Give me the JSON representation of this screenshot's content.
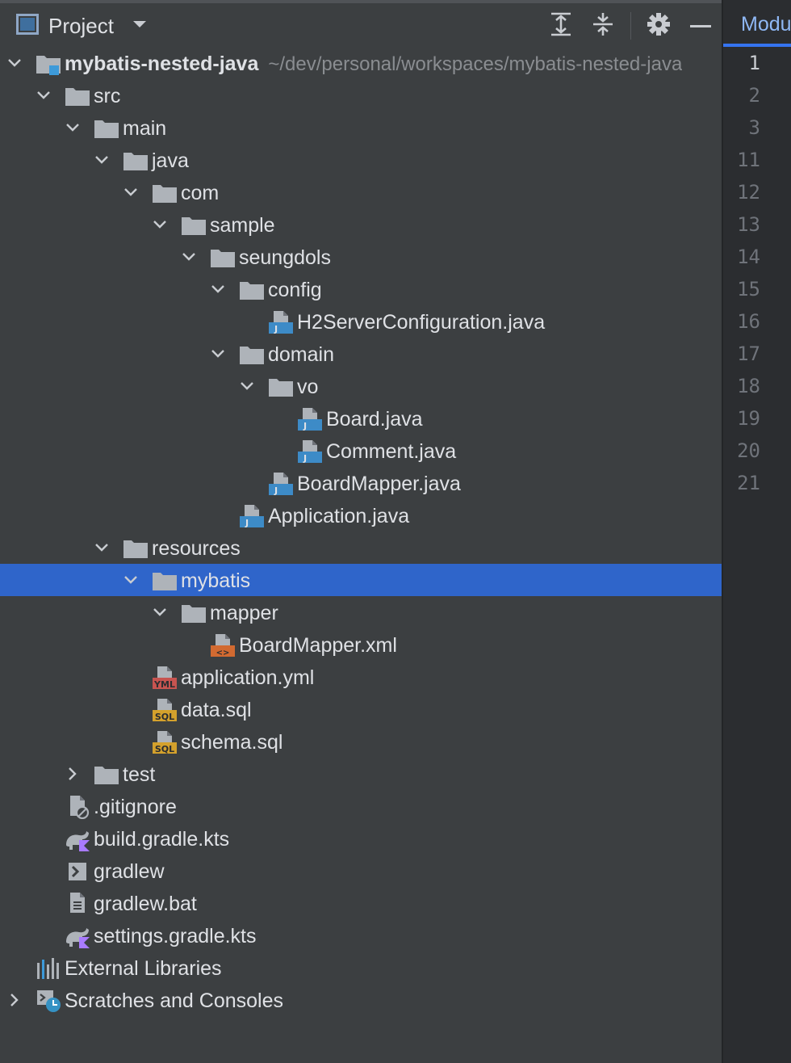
{
  "panel": {
    "title": "Project",
    "toolbar": [
      "expand-all-icon",
      "collapse-all-icon",
      "gear-icon",
      "minimize-icon"
    ]
  },
  "editor": {
    "tab_label": "Module",
    "line_numbers": [
      "1",
      "2",
      "3",
      "11",
      "12",
      "13",
      "14",
      "15",
      "16",
      "17",
      "18",
      "19",
      "20",
      "21"
    ]
  },
  "tree": [
    {
      "label": "mybatis-nested-java",
      "path": "~/dev/personal/workspaces/mybatis-nested-java",
      "depth": 0,
      "icon": "module",
      "arrow": "down",
      "bold": true
    },
    {
      "label": "src",
      "depth": 1,
      "icon": "folder",
      "arrow": "down"
    },
    {
      "label": "main",
      "depth": 2,
      "icon": "folder",
      "arrow": "down"
    },
    {
      "label": "java",
      "depth": 3,
      "icon": "folder",
      "arrow": "down"
    },
    {
      "label": "com",
      "depth": 4,
      "icon": "folder",
      "arrow": "down"
    },
    {
      "label": "sample",
      "depth": 5,
      "icon": "folder",
      "arrow": "down"
    },
    {
      "label": "seungdols",
      "depth": 6,
      "icon": "folder",
      "arrow": "down"
    },
    {
      "label": "config",
      "depth": 7,
      "icon": "folder",
      "arrow": "down"
    },
    {
      "label": "H2ServerConfiguration.java",
      "depth": 8,
      "icon": "java",
      "arrow": ""
    },
    {
      "label": "domain",
      "depth": 7,
      "icon": "folder",
      "arrow": "down"
    },
    {
      "label": "vo",
      "depth": 8,
      "icon": "folder",
      "arrow": "down"
    },
    {
      "label": "Board.java",
      "depth": 9,
      "icon": "java",
      "arrow": ""
    },
    {
      "label": "Comment.java",
      "depth": 9,
      "icon": "java",
      "arrow": ""
    },
    {
      "label": "BoardMapper.java",
      "depth": 8,
      "icon": "java",
      "arrow": ""
    },
    {
      "label": "Application.java",
      "depth": 7,
      "icon": "java",
      "arrow": ""
    },
    {
      "label": "resources",
      "depth": 3,
      "icon": "folder",
      "arrow": "down"
    },
    {
      "label": "mybatis",
      "depth": 4,
      "icon": "folder",
      "arrow": "down",
      "selected": true
    },
    {
      "label": "mapper",
      "depth": 5,
      "icon": "folder",
      "arrow": "down"
    },
    {
      "label": "BoardMapper.xml",
      "depth": 6,
      "icon": "xml",
      "arrow": ""
    },
    {
      "label": "application.yml",
      "depth": 4,
      "icon": "yml",
      "arrow": ""
    },
    {
      "label": "data.sql",
      "depth": 4,
      "icon": "sql",
      "arrow": ""
    },
    {
      "label": "schema.sql",
      "depth": 4,
      "icon": "sql",
      "arrow": ""
    },
    {
      "label": "test",
      "depth": 2,
      "icon": "folder",
      "arrow": "right"
    },
    {
      "label": ".gitignore",
      "depth": 1,
      "icon": "ignore",
      "arrow": ""
    },
    {
      "label": "build.gradle.kts",
      "depth": 1,
      "icon": "gradle-kts",
      "arrow": ""
    },
    {
      "label": "gradlew",
      "depth": 1,
      "icon": "shell",
      "arrow": ""
    },
    {
      "label": "gradlew.bat",
      "depth": 1,
      "icon": "text",
      "arrow": ""
    },
    {
      "label": "settings.gradle.kts",
      "depth": 1,
      "icon": "gradle-kts",
      "arrow": ""
    },
    {
      "label": "External Libraries",
      "depth": 0,
      "icon": "libraries",
      "arrow": ""
    },
    {
      "label": "Scratches and Consoles",
      "depth": 0,
      "icon": "scratches",
      "arrow": "right"
    }
  ],
  "colors": {
    "panel_bg": "#3c3f41",
    "selection": "#2f65ca",
    "folder": "#aeb3b9",
    "java_badge": "#3d8bc7",
    "sql_badge": "#d4a12c",
    "yml_badge": "#c75450",
    "xml_badge": "#d26a31",
    "kotlin": "#a97bff",
    "clock": "#3592c4"
  }
}
